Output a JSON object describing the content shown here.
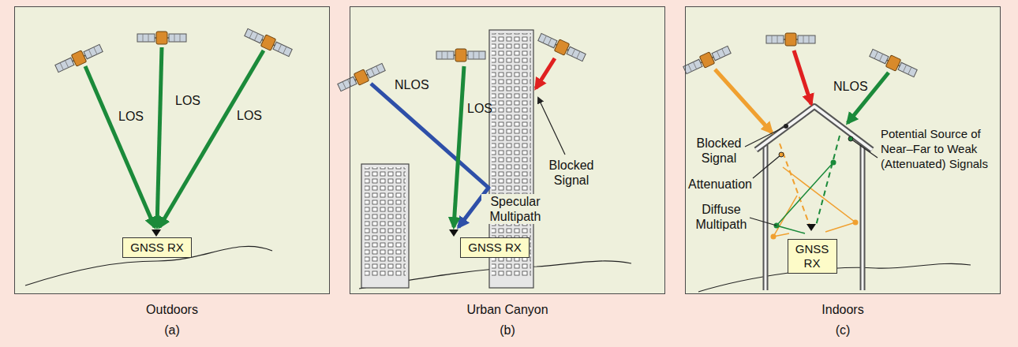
{
  "diagram": {
    "nodes": [
      {
        "text": [
          "Outdoors",
          "(a)"
        ]
      },
      {
        "text": [
          "GNSS RX"
        ],
        "in": 0
      },
      {
        "text": [
          "Urban Canyon",
          "(b)"
        ]
      },
      {
        "text": [
          "GNSS RX"
        ],
        "in": 2
      },
      {
        "text": [
          "Indoors",
          "(c)"
        ]
      },
      {
        "text": [
          "GNSS RX"
        ],
        "in": 4
      }
    ],
    "labels": [
      "LOS",
      "LOS",
      "LOS",
      "NLOS",
      "LOS",
      "Blocked Signal",
      "Specular Multipath",
      "NLOS",
      "Blocked Signal",
      "Attenuation",
      "Potential Source of Near–Far to Weak (Attenuated) Signals",
      "Diffuse Multipath"
    ]
  }
}
